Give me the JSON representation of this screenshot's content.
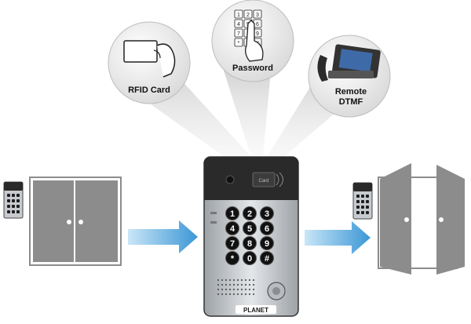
{
  "methods": [
    {
      "id": "rfid",
      "label": "RFID Card"
    },
    {
      "id": "password",
      "label": "Password"
    },
    {
      "id": "remote",
      "label_line1": "Remote",
      "label_line2": "DTMF"
    }
  ],
  "keypad": {
    "keys": [
      "1",
      "2",
      "3",
      "4",
      "5",
      "6",
      "7",
      "8",
      "9",
      "*",
      "0",
      "#"
    ]
  },
  "brand": "PLANET",
  "card_reader_text": "Card",
  "colors": {
    "door": "#8c8c8c",
    "arrow": "#4aa3df",
    "panel_top": "#2a2a2a",
    "panel_body": "#c9cdd1",
    "key": "#111111",
    "beam": "#d6d6d6"
  }
}
